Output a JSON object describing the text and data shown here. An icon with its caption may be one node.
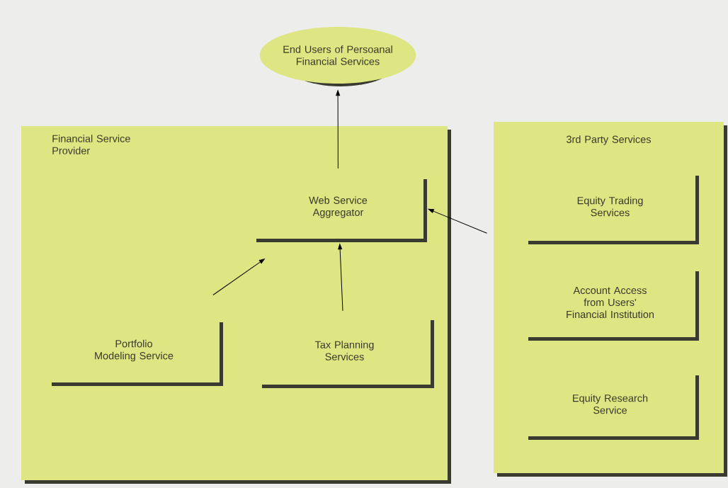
{
  "diagram": {
    "nodes": [
      {
        "text": [
          "End Users of Persoanal Financial Services"
        ]
      },
      {
        "text": [
          "Financial Service Provider"
        ]
      },
      {
        "text": [
          "Web Service Aggregator"
        ],
        "in": 1
      },
      {
        "text": [
          "Portfolio Modeling Service"
        ],
        "in": 1
      },
      {
        "text": [
          "Tax Planning Services"
        ],
        "in": 1
      },
      {
        "text": [
          "3rd Party Services"
        ]
      },
      {
        "text": [
          "Equity Trading Services"
        ],
        "in": 5
      },
      {
        "text": [
          "Account Access from Users' Financial Institution"
        ],
        "in": 5
      },
      {
        "text": [
          "Equity Research Service"
        ],
        "in": 5
      }
    ],
    "edges": [
      {
        "from": 2,
        "to": 0,
        "arrow": "to"
      },
      {
        "from": 3,
        "to": 2,
        "arrow": "to"
      },
      {
        "from": 4,
        "to": 2,
        "arrow": "to"
      },
      {
        "from": 5,
        "to": 2,
        "arrow": "to"
      }
    ]
  }
}
